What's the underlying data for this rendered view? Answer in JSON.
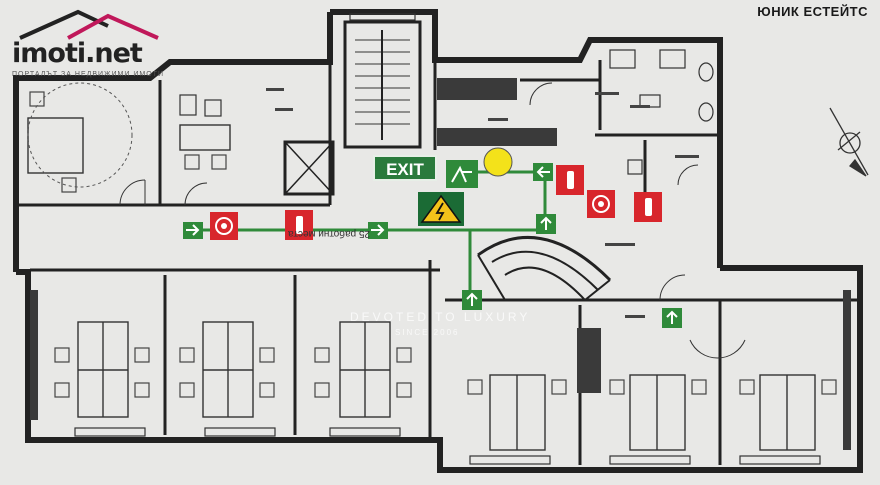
{
  "brand": {
    "name": "imoti.net",
    "tagline": "ПОРТАЛЪТ ЗА НЕДВИЖИМИ ИМОТИ",
    "accent": "#c0185a"
  },
  "corner_label": "ЮНИК ЕСТЕЙТС",
  "watermark": {
    "line1": "DEVOTED TO LUXURY",
    "line2": "SINCE 2006"
  },
  "plan": {
    "exit_label": "EXIT",
    "route_label": "25 работни места",
    "colors": {
      "route": "#2f8a3a",
      "fire": "#d8262c",
      "warning": "#f3c31a",
      "wall": "#222222"
    }
  }
}
